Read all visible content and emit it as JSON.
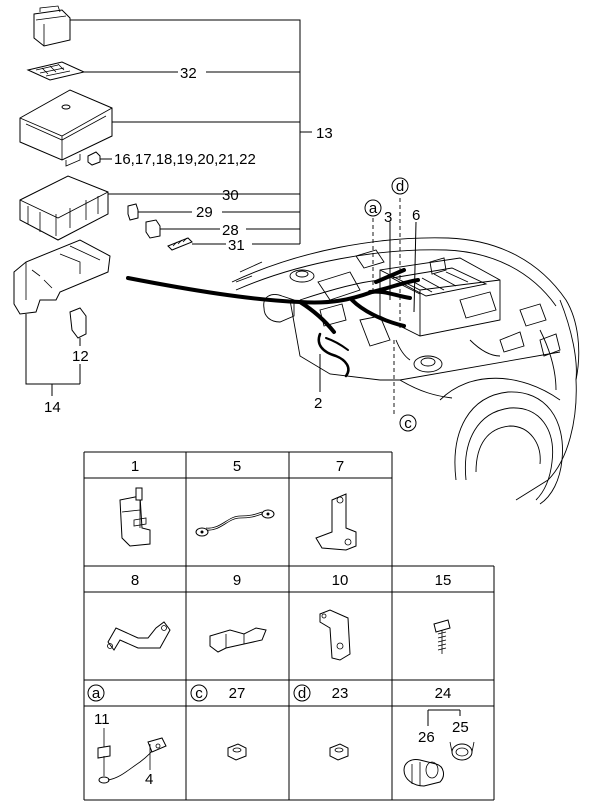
{
  "callouts": {
    "c32": "32",
    "c13": "13",
    "c16_22": "16,17,18,19,20,21,22",
    "c30": "30",
    "c29": "29",
    "c28": "28",
    "c31": "31",
    "c12": "12",
    "c14": "14",
    "c2": "2",
    "c3": "3",
    "c6": "6",
    "circle_a": "a",
    "circle_c": "c",
    "circle_d": "d"
  },
  "table": {
    "row1": [
      "1",
      "5",
      "7"
    ],
    "row2": [
      "8",
      "9",
      "10",
      "15"
    ],
    "row3": {
      "a_circle": "a",
      "c_circle": "c",
      "c_num": "27",
      "d_circle": "d",
      "d_num": "23",
      "num24": "24"
    },
    "sub_a": {
      "n11": "11",
      "n4": "4"
    },
    "sub_24": {
      "n25": "25",
      "n26": "26"
    }
  }
}
